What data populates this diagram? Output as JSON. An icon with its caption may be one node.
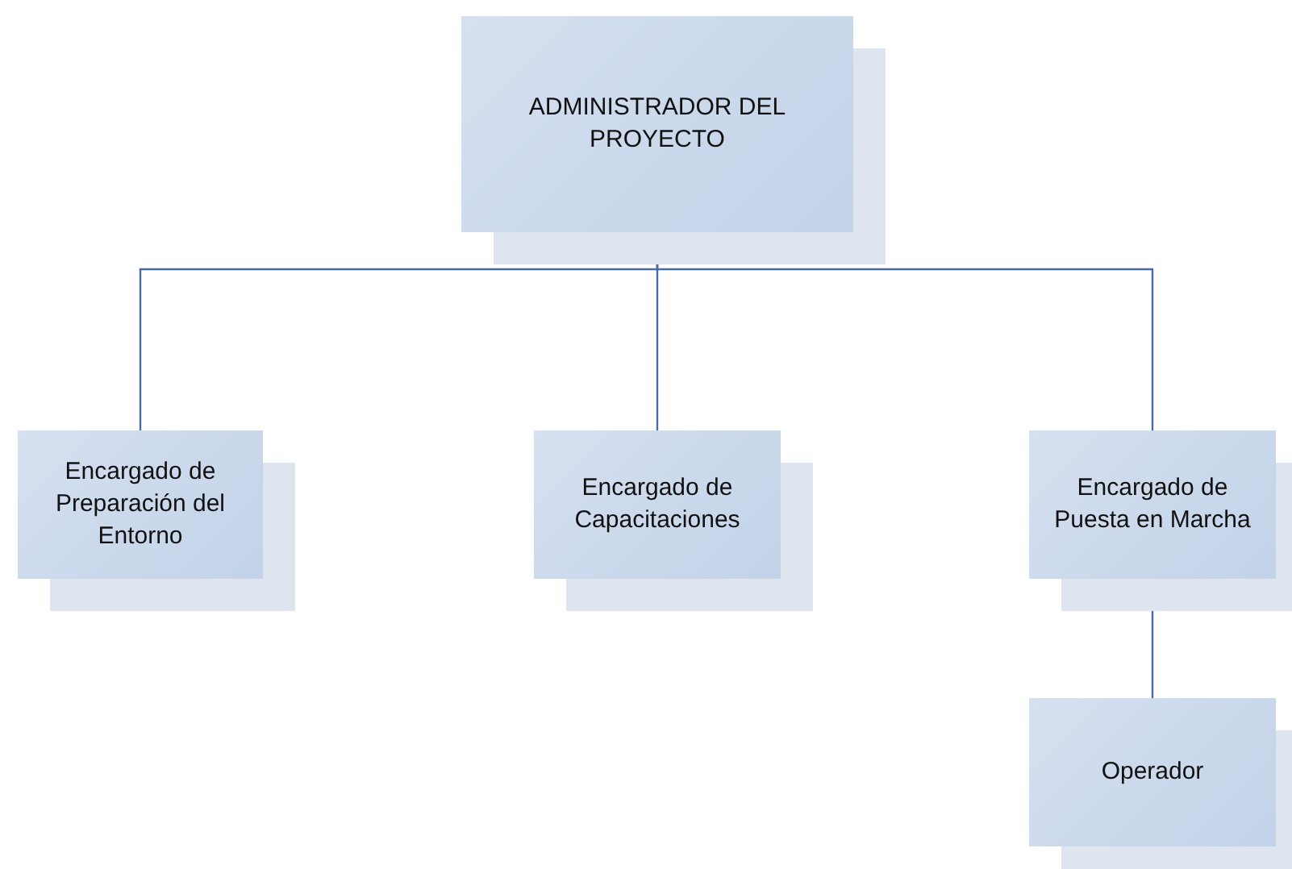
{
  "diagram": {
    "nodes": [
      {
        "text": [
          "ADMINISTRADOR DEL PROYECTO"
        ]
      },
      {
        "text": [
          "Encargado de Preparación del Entorno"
        ]
      },
      {
        "text": [
          "Encargado de Capacitaciones"
        ]
      },
      {
        "text": [
          "Encargado de Puesta en Marcha"
        ]
      },
      {
        "text": [
          "Operador"
        ]
      }
    ],
    "edges": [
      {
        "from": 0,
        "to": 1,
        "arrow": "none"
      },
      {
        "from": 0,
        "to": 2,
        "arrow": "none"
      },
      {
        "from": 0,
        "to": 3,
        "arrow": "none"
      },
      {
        "from": 3,
        "to": 4,
        "arrow": "none"
      }
    ]
  }
}
